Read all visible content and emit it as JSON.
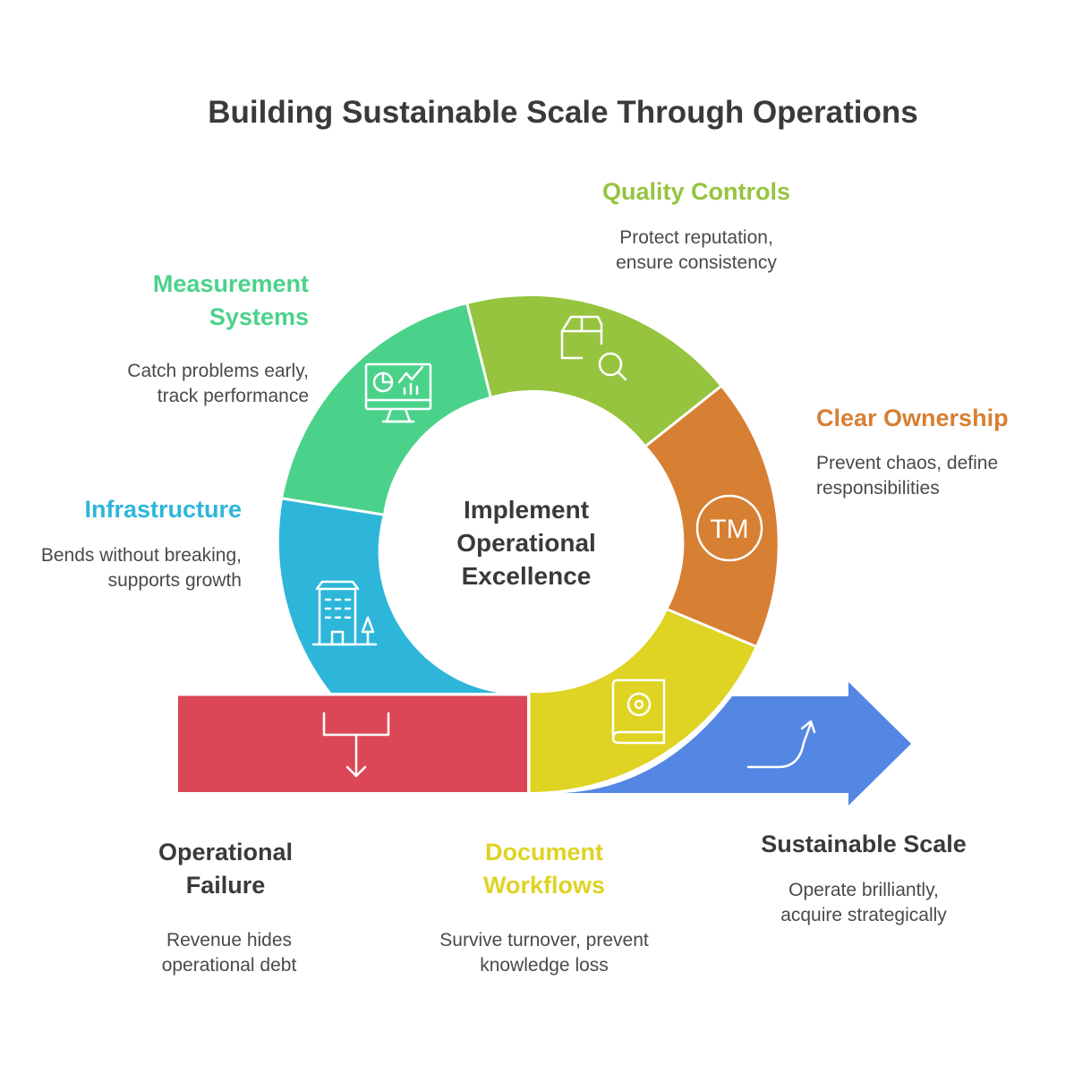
{
  "title": "Building Sustainable Scale Through Operations",
  "center": {
    "line1": "Implement",
    "line2": "Operational",
    "line3": "Excellence"
  },
  "segments": {
    "measurement": {
      "title_line1": "Measurement",
      "title_line2": "Systems",
      "desc_line1": "Catch problems early,",
      "desc_line2": "track performance",
      "color": "#4bd28a",
      "icon": "monitor-chart-icon"
    },
    "quality": {
      "title": "Quality Controls",
      "desc_line1": "Protect reputation,",
      "desc_line2": "ensure consistency",
      "color": "#96c43f",
      "icon": "package-search-icon"
    },
    "ownership": {
      "title": "Clear Ownership",
      "desc_line1": "Prevent chaos, define",
      "desc_line2": "responsibilities",
      "color": "#d77f33",
      "icon": "trademark-icon"
    },
    "infrastructure": {
      "title": "Infrastructure",
      "desc_line1": "Bends without breaking,",
      "desc_line2": "supports growth",
      "color": "#2db6da",
      "icon": "building-icon"
    },
    "workflows": {
      "title_line1": "Document",
      "title_line2": "Workflows",
      "desc_line1": "Survive turnover, prevent",
      "desc_line2": "knowledge loss",
      "color": "#dfd323",
      "icon": "gear-book-icon"
    }
  },
  "failure": {
    "title_line1": "Operational",
    "title_line2": "Failure",
    "desc_line1": "Revenue hides",
    "desc_line2": "operational debt",
    "color": "#db4756",
    "icon": "down-arrow-icon"
  },
  "scale": {
    "title": "Sustainable Scale",
    "desc_line1": "Operate brilliantly,",
    "desc_line2": "acquire strategically",
    "color": "#5486e4",
    "icon": "growth-arrow-icon"
  }
}
